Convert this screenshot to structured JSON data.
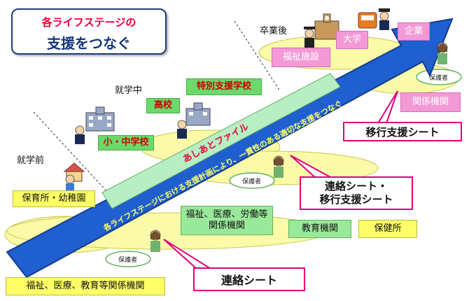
{
  "title": {
    "line1": "各ライフステージの",
    "line2": "支援をつなぐ"
  },
  "stages": {
    "preschool": "就学前",
    "in_school": "就学中",
    "graduated": "卒業後"
  },
  "arrow": {
    "main_text": "各ライフステージにおける支援計画により、一貫性のある適切な支援をつなぐ",
    "file_label": "あしあとファイル"
  },
  "preschool": {
    "nursery": "保育所・幼稚園",
    "welfare_orgs": "福祉、医療、教育等関係機関"
  },
  "school": {
    "elementary_junior": "小・中学校",
    "high_school": "高校",
    "special_support_school": "特別支援学校",
    "welfare_orgs": "福祉、医療、労働等\n関係機関",
    "education_office": "教育機関",
    "health_center": "保健所"
  },
  "after_grad": {
    "welfare_facility": "福祉施設",
    "university": "大学",
    "company": "企業",
    "related_orgs": "関係機関"
  },
  "guardian_label": "保護者",
  "callouts": {
    "contact_sheet": "連絡シート",
    "contact_transition_sheet": "連絡シート・\n移行支援シート",
    "transition_sheet": "移行支援シート"
  },
  "colors": {
    "arrow_blue": "#1f5fcf",
    "arrow_dark": "#143c8c",
    "title_red": "#e8003a",
    "title_navy": "#14357a",
    "callout_border": "#e0007a",
    "box_green": "#6cd96c",
    "box_yellow": "#ffff66",
    "box_pink": "#f39ad6"
  }
}
